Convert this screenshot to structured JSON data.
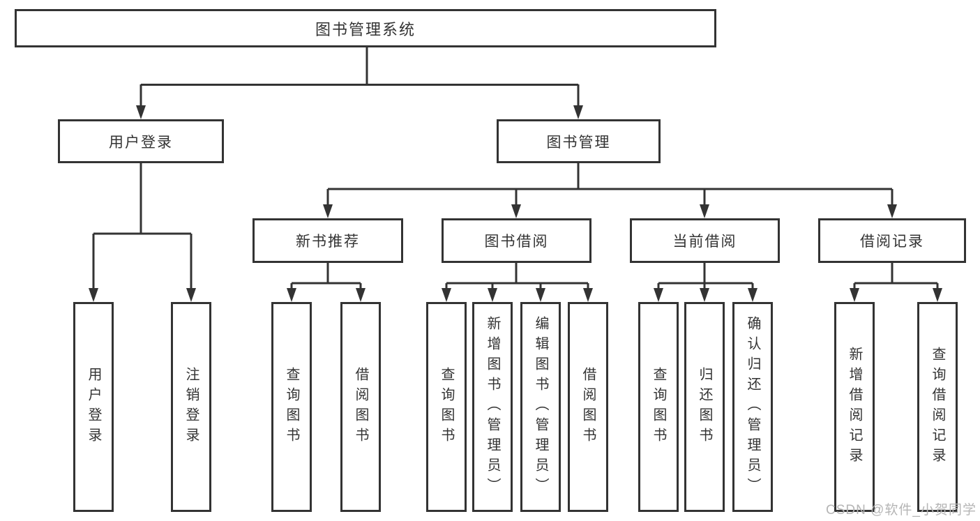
{
  "diagram": {
    "root": {
      "label": "图书管理系统",
      "children": [
        {
          "label": "用户登录",
          "children": [
            {
              "label": "用户登录"
            },
            {
              "label": "注销登录"
            }
          ]
        },
        {
          "label": "图书管理",
          "children": [
            {
              "label": "新书推荐",
              "children": [
                {
                  "label": "查询图书"
                },
                {
                  "label": "借阅图书"
                }
              ]
            },
            {
              "label": "图书借阅",
              "children": [
                {
                  "label": "查询图书"
                },
                {
                  "label": "新增图书（管理员）"
                },
                {
                  "label": "编辑图书（管理员）"
                },
                {
                  "label": "借阅图书"
                }
              ]
            },
            {
              "label": "当前借阅",
              "children": [
                {
                  "label": "查询图书"
                },
                {
                  "label": "归还图书"
                },
                {
                  "label": "确认归还（管理员）"
                }
              ]
            },
            {
              "label": "借阅记录",
              "children": [
                {
                  "label": "新增借阅记录"
                },
                {
                  "label": "查询借阅记录"
                }
              ]
            }
          ]
        }
      ]
    }
  },
  "watermark": {
    "text": "CSDN @软件_小贺同学"
  },
  "colors": {
    "line": "#333333",
    "box_border": "#333333",
    "text": "#333333",
    "watermark": "#b5b5b5",
    "background": "#ffffff"
  }
}
